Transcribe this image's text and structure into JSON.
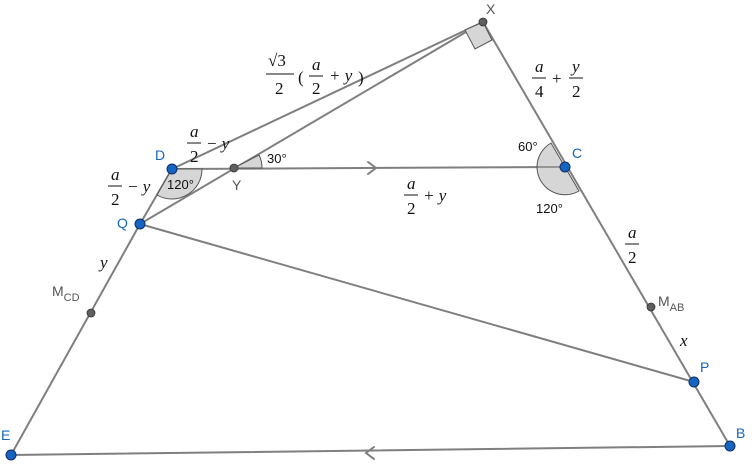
{
  "points": {
    "X": "X",
    "C": "C",
    "D": "D",
    "Y": "Y",
    "Q": "Q",
    "E": "E",
    "B": "B",
    "P": "P",
    "MCD": {
      "main": "M",
      "sub": "CD"
    },
    "MAB": {
      "main": "M",
      "sub": "AB"
    }
  },
  "angles": {
    "Y": "30°",
    "D": "120°",
    "C_top": "60°",
    "C_bottom": "120°"
  },
  "lengths": {
    "YX": {
      "coef": "√3",
      "coef_den": "2",
      "num": "a",
      "den": "2",
      "rest": "+ y"
    },
    "DY": {
      "num": "a",
      "den": "2",
      "rest": "− y"
    },
    "DQ": {
      "num": "a",
      "den": "2",
      "rest": "− y"
    },
    "YC": {
      "num": "a",
      "den": "2",
      "rest": "+ y"
    },
    "XC": {
      "num": "a",
      "den": "4",
      "op": "+",
      "num2": "y",
      "den2": "2"
    },
    "C_MAB": {
      "num": "a",
      "den": "2"
    },
    "QE": "y",
    "MAB_P": "x"
  }
}
